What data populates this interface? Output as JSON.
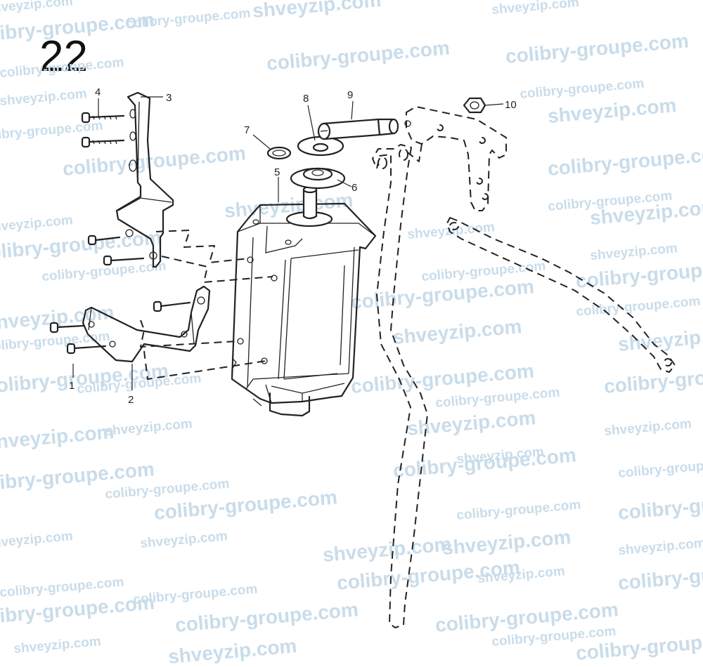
{
  "diagram": {
    "page_number": "22",
    "watermarks": {
      "primary": "colibry-groupe.com",
      "secondary": "shveyzip.com"
    },
    "parts": [
      {
        "ref": "1",
        "label": "1"
      },
      {
        "ref": "2",
        "label": "2"
      },
      {
        "ref": "3",
        "label": "3"
      },
      {
        "ref": "4",
        "label": "4"
      },
      {
        "ref": "5",
        "label": "5"
      },
      {
        "ref": "6",
        "label": "6"
      },
      {
        "ref": "7",
        "label": "7"
      },
      {
        "ref": "8",
        "label": "8"
      },
      {
        "ref": "9",
        "label": "9"
      },
      {
        "ref": "10",
        "label": "10"
      }
    ]
  },
  "colors": {
    "line": "#222222",
    "watermark": "#c9dcea",
    "background": "#ffffff"
  }
}
